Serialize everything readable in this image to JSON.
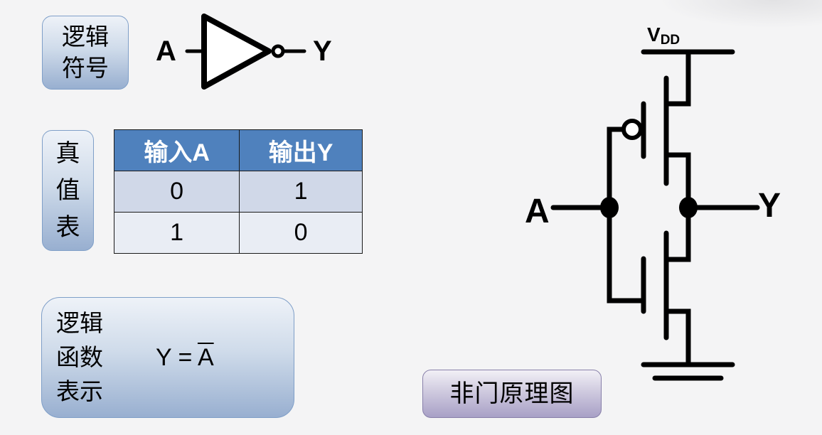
{
  "logic_symbol": {
    "label_lines": [
      "逻辑",
      "符号"
    ],
    "input_label": "A",
    "output_label": "Y",
    "gate_type": "NOT (inverter)"
  },
  "truth_table": {
    "label_chars": [
      "真",
      "值",
      "表"
    ],
    "headers": [
      "输入A",
      "输出Y"
    ],
    "rows": [
      [
        "0",
        "1"
      ],
      [
        "1",
        "0"
      ]
    ],
    "header_color": "#4f81bd"
  },
  "logic_function": {
    "label_lines": [
      "逻辑",
      "函数",
      "表示"
    ],
    "expr_lhs": "Y = ",
    "expr_rhs": "A",
    "expr_rhs_overlined": true
  },
  "schematic": {
    "button_label": "非门原理图",
    "vdd_label_main": "V",
    "vdd_label_sub": "DD",
    "input_label": "A",
    "output_label": "Y"
  }
}
